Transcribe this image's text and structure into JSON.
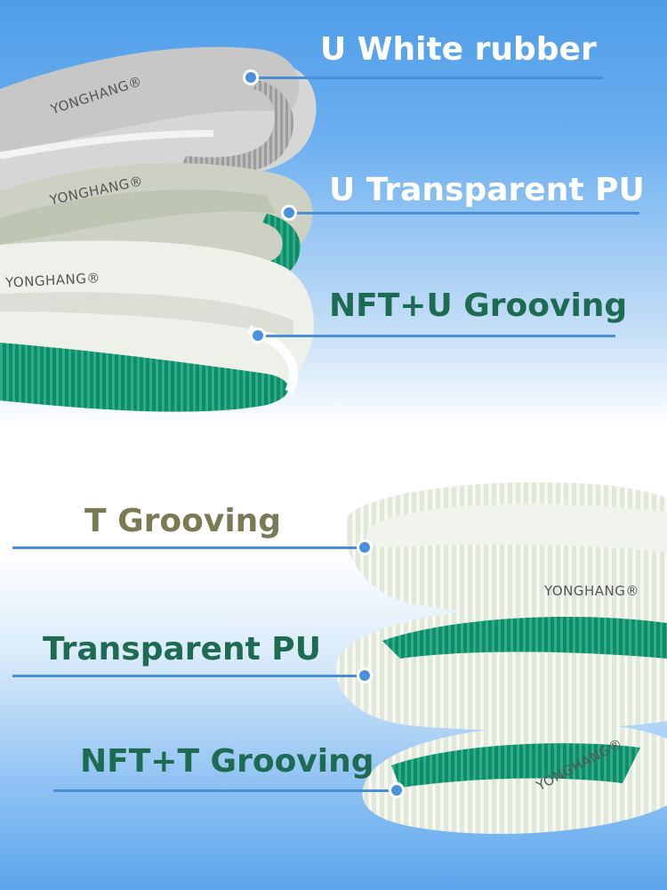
{
  "labels": {
    "u_white_rubber": "U White rubber",
    "u_transparent_pu": "U Transparent PU",
    "nft_u_grooving": "NFT+U Grooving",
    "t_grooving": "T Grooving",
    "transparent_pu": "Transparent PU",
    "nft_t_grooving": "NFT+T Grooving"
  },
  "brand": {
    "b1": "YONGHANG®",
    "b2": "YONGHANG®",
    "b3": "YONGHANG®",
    "b4": "YONGHANG®",
    "b5": "YONGHANG®"
  },
  "colors": {
    "label_white": "#ffffff",
    "label_green": "#1d6b52",
    "label_olive": "#7a7a55",
    "pointer_blue": "#4a8fd6",
    "belt_green": "#1f9a78"
  }
}
